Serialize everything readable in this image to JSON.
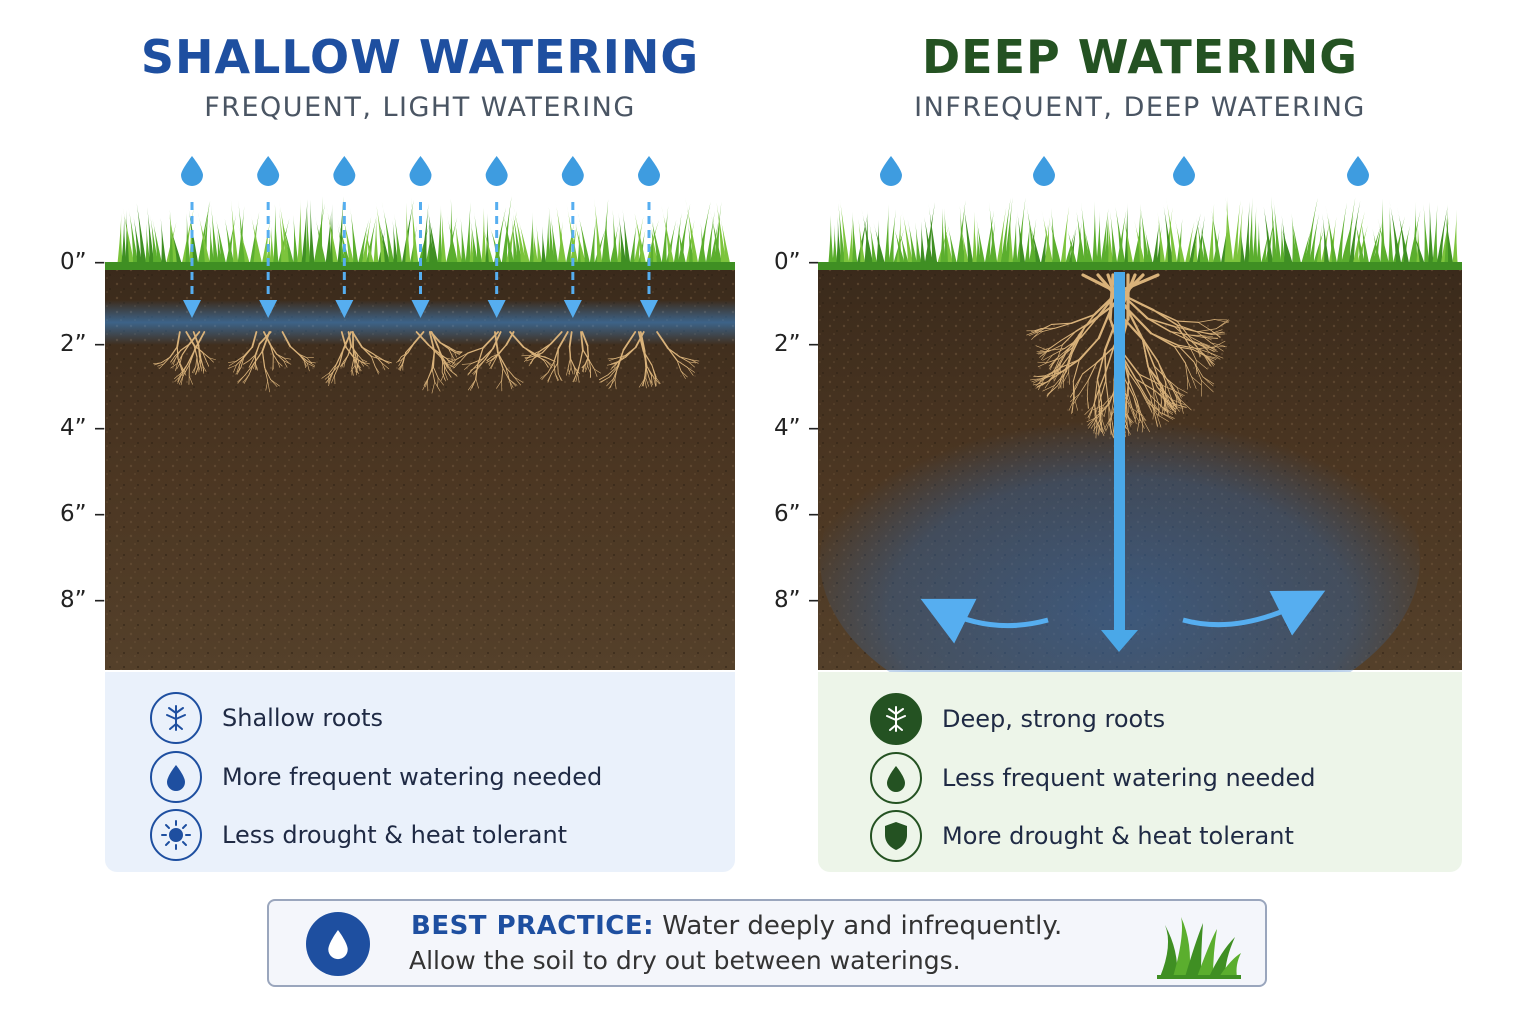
{
  "shallow": {
    "title": "SHALLOW WATERING",
    "subtitle": "FREQUENT, LIGHT WATERING",
    "title_color": "#1e4fa0",
    "facts": [
      {
        "icon": "roots-icon",
        "text": "Shallow roots"
      },
      {
        "icon": "water-drop-icon",
        "text": "More frequent watering needed"
      },
      {
        "icon": "sun-icon",
        "text": "Less drought & heat tolerant"
      }
    ],
    "panel_color": "#eaf1fb",
    "water_drops": 7
  },
  "deep": {
    "title": "DEEP WATERING",
    "subtitle": "INFREQUENT, DEEP WATERING",
    "title_color": "#245222",
    "facts": [
      {
        "icon": "roots-icon",
        "text": "Deep, strong roots"
      },
      {
        "icon": "water-drop-icon",
        "text": "Less frequent watering needed"
      },
      {
        "icon": "shield-icon",
        "text": "More drought & heat tolerant"
      }
    ],
    "panel_color": "#edf5e9",
    "water_drops": 4
  },
  "depth_labels": [
    "0”",
    "2”",
    "4”",
    "6”",
    "8”"
  ],
  "best_practice": {
    "label": "BEST PRACTICE:",
    "line1": "Water deeply and infrequently.",
    "line2": "Allow the soil to dry out between waterings.",
    "icon": "water-drop-icon",
    "decoration_icon": "grass-icon"
  },
  "colors": {
    "soil": "#4a3522",
    "grass": "#5bae2e",
    "water": "#4aa8e8",
    "roots": "#d9b27a"
  }
}
